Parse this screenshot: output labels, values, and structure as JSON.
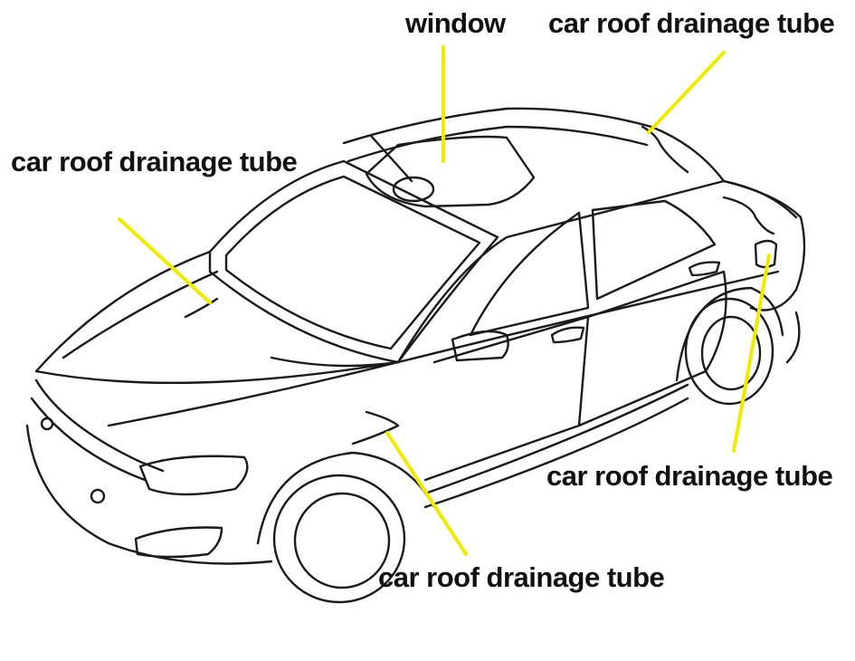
{
  "labels": {
    "window": "window",
    "roof_drain_rear_right": "car roof drainage tube",
    "roof_drain_front_left": "car roof drainage tube",
    "roof_drain_rear_fender": "car roof drainage tube",
    "roof_drain_front_fender": "car roof drainage tube"
  },
  "colors": {
    "leader_line": "#f0ec00",
    "drawing_stroke": "#1a1a1a",
    "text": "#111111"
  }
}
